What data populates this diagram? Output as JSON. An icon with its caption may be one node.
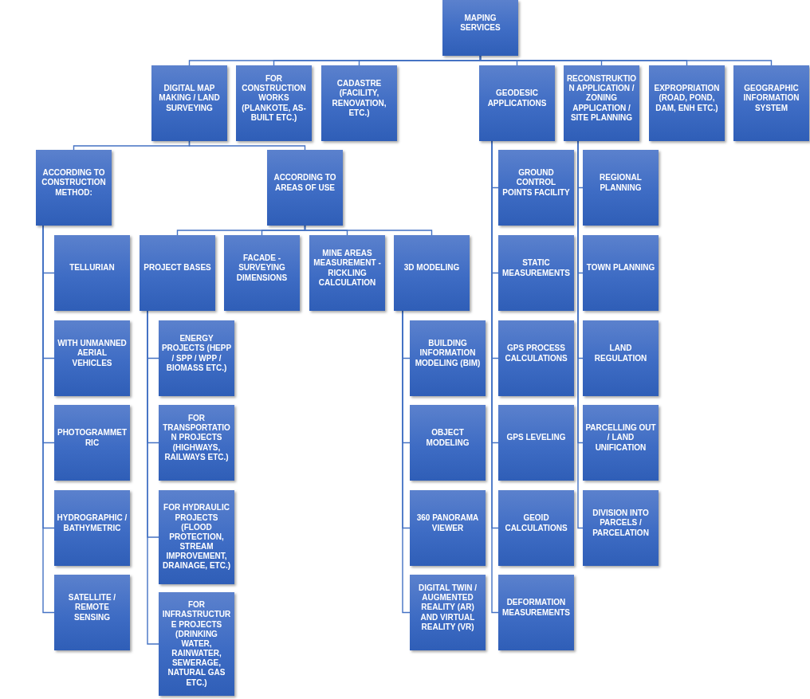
{
  "diagram": {
    "nodes": [
      {
        "text": [
          "MAPING SERVICES"
        ]
      },
      {
        "text": [
          "DIGITAL MAP MAKING / LAND SURVEYING"
        ]
      },
      {
        "text": [
          "FOR CONSTRUCTION WORKS (PLANKOTE, AS-BUILT ETC.)"
        ]
      },
      {
        "text": [
          "CADASTRE (FACILITY, RENOVATION, ETC.)"
        ]
      },
      {
        "text": [
          "GEODESIC APPLICATIONS"
        ]
      },
      {
        "text": [
          "RECONSTRUKTION APPLICATION / ZONING APPLICATION / SITE PLANNING"
        ]
      },
      {
        "text": [
          "EXPROPRIATION (ROAD, POND, DAM, ENH ETC.)"
        ]
      },
      {
        "text": [
          "GEOGRAPHIC INFORMATION SYSTEM"
        ]
      },
      {
        "text": [
          "ACCORDING TO CONSTRUCTION METHOD:"
        ]
      },
      {
        "text": [
          "ACCORDING TO AREAS OF USE"
        ]
      },
      {
        "text": [
          "TELLURIAN"
        ]
      },
      {
        "text": [
          "WITH UNMANNED AERIAL VEHICLES"
        ]
      },
      {
        "text": [
          "PHOTOGRAMMETRIC"
        ]
      },
      {
        "text": [
          "HYDROGRAPHIC / BATHYMETRIC"
        ]
      },
      {
        "text": [
          "SATELLITE / REMOTE SENSING"
        ]
      },
      {
        "text": [
          "PROJECT BASES"
        ]
      },
      {
        "text": [
          "FACADE - SURVEYING DIMENSIONS"
        ]
      },
      {
        "text": [
          "MINE AREAS MEASUREMENT - RICKLING CALCULATION"
        ]
      },
      {
        "text": [
          "3D MODELING"
        ]
      },
      {
        "text": [
          "ENERGY PROJECTS (HEPP / SPP / WPP / BIOMASS ETC.)"
        ]
      },
      {
        "text": [
          "FOR TRANSPORTATION PROJECTS (HIGHWAYS, RAILWAYS ETC.)"
        ]
      },
      {
        "text": [
          "FOR HYDRAULIC PROJECTS (FLOOD PROTECTION, STREAM IMPROVEMENT, DRAINAGE, ETC.)"
        ]
      },
      {
        "text": [
          "FOR INFRASTRUCTURE PROJECTS (DRINKING WATER, RAINWATER, SEWERAGE, NATURAL GAS ETC.)"
        ]
      },
      {
        "text": [
          "BUILDING INFORMATION MODELING (BIM)"
        ]
      },
      {
        "text": [
          "OBJECT MODELING"
        ]
      },
      {
        "text": [
          "360 PANORAMA VIEWER"
        ]
      },
      {
        "text": [
          "DIGITAL TWIN / AUGMENTED REALITY (AR) AND VIRTUAL REALITY (VR)"
        ]
      },
      {
        "text": [
          "GROUND CONTROL POINTS FACILITY"
        ]
      },
      {
        "text": [
          "STATIC MEASUREMENTS"
        ]
      },
      {
        "text": [
          "GPS PROCESS CALCULATIONS"
        ]
      },
      {
        "text": [
          "GPS LEVELING"
        ]
      },
      {
        "text": [
          "GEOID CALCULATIONS"
        ]
      },
      {
        "text": [
          "DEFORMATION MEASUREMENTS"
        ]
      },
      {
        "text": [
          "REGIONAL PLANNING"
        ]
      },
      {
        "text": [
          "TOWN PLANNING"
        ]
      },
      {
        "text": [
          "LAND REGULATION"
        ]
      },
      {
        "text": [
          "PARCELLING OUT / LAND UNIFICATION"
        ]
      },
      {
        "text": [
          "DIVISION INTO PARCELS / PARCELATION"
        ]
      }
    ],
    "edges": [
      {
        "from": 0,
        "to": 1,
        "arrow": "none"
      },
      {
        "from": 0,
        "to": 2,
        "arrow": "none"
      },
      {
        "from": 0,
        "to": 3,
        "arrow": "none"
      },
      {
        "from": 0,
        "to": 4,
        "arrow": "none"
      },
      {
        "from": 0,
        "to": 5,
        "arrow": "none"
      },
      {
        "from": 0,
        "to": 6,
        "arrow": "none"
      },
      {
        "from": 0,
        "to": 7,
        "arrow": "none"
      },
      {
        "from": 1,
        "to": 8,
        "arrow": "none"
      },
      {
        "from": 1,
        "to": 9,
        "arrow": "none"
      },
      {
        "from": 8,
        "to": 10,
        "arrow": "none"
      },
      {
        "from": 8,
        "to": 11,
        "arrow": "none"
      },
      {
        "from": 8,
        "to": 12,
        "arrow": "none"
      },
      {
        "from": 8,
        "to": 13,
        "arrow": "none"
      },
      {
        "from": 8,
        "to": 14,
        "arrow": "none"
      },
      {
        "from": 9,
        "to": 15,
        "arrow": "none"
      },
      {
        "from": 9,
        "to": 16,
        "arrow": "none"
      },
      {
        "from": 9,
        "to": 17,
        "arrow": "none"
      },
      {
        "from": 9,
        "to": 18,
        "arrow": "none"
      },
      {
        "from": 15,
        "to": 19,
        "arrow": "none"
      },
      {
        "from": 15,
        "to": 20,
        "arrow": "none"
      },
      {
        "from": 15,
        "to": 21,
        "arrow": "none"
      },
      {
        "from": 15,
        "to": 22,
        "arrow": "none"
      },
      {
        "from": 18,
        "to": 23,
        "arrow": "none"
      },
      {
        "from": 18,
        "to": 24,
        "arrow": "none"
      },
      {
        "from": 18,
        "to": 25,
        "arrow": "none"
      },
      {
        "from": 18,
        "to": 26,
        "arrow": "none"
      },
      {
        "from": 4,
        "to": 27,
        "arrow": "none"
      },
      {
        "from": 4,
        "to": 28,
        "arrow": "none"
      },
      {
        "from": 4,
        "to": 29,
        "arrow": "none"
      },
      {
        "from": 4,
        "to": 30,
        "arrow": "none"
      },
      {
        "from": 4,
        "to": 31,
        "arrow": "none"
      },
      {
        "from": 4,
        "to": 32,
        "arrow": "none"
      },
      {
        "from": 5,
        "to": 33,
        "arrow": "none"
      },
      {
        "from": 5,
        "to": 34,
        "arrow": "none"
      },
      {
        "from": 5,
        "to": 35,
        "arrow": "none"
      },
      {
        "from": 5,
        "to": 36,
        "arrow": "none"
      },
      {
        "from": 5,
        "to": 37,
        "arrow": "none"
      }
    ]
  }
}
